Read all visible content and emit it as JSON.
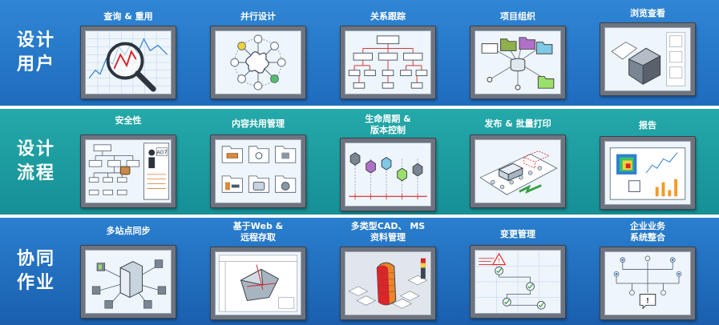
{
  "bands": [
    {
      "label": "设计\n用户",
      "cards": [
        {
          "title": "查询 & 重用",
          "icon": "magnifier-chart-icon"
        },
        {
          "title": "并行设计",
          "icon": "parallel-network-icon"
        },
        {
          "title": "关系跟踪",
          "icon": "tree-hierarchy-icon"
        },
        {
          "title": "项目组织",
          "icon": "project-database-icon"
        },
        {
          "title": "浏览查看",
          "icon": "3d-viewer-icon"
        }
      ]
    },
    {
      "label": "设计\n流程",
      "cards": [
        {
          "title": "安全性",
          "icon": "security-hierarchy-icon"
        },
        {
          "title": "内容共用管理",
          "icon": "shared-folders-icon"
        },
        {
          "title": "生命周期 &\n版本控制",
          "icon": "lifecycle-timeline-icon"
        },
        {
          "title": "发布 & 批量打印",
          "icon": "batch-print-icon"
        },
        {
          "title": "报告",
          "icon": "report-chart-icon"
        }
      ]
    },
    {
      "label": "协同\n作业",
      "cards": [
        {
          "title": "多站点同步",
          "icon": "multisite-sync-icon"
        },
        {
          "title": "基于Web &\n远程存取",
          "icon": "web-remote-icon"
        },
        {
          "title": "多类型CAD、 MS\n资料管理",
          "icon": "cad-data-icon"
        },
        {
          "title": "变更管理",
          "icon": "change-flow-icon"
        },
        {
          "title": "企业业务\n系统整合",
          "icon": "enterprise-integration-icon"
        }
      ]
    }
  ]
}
